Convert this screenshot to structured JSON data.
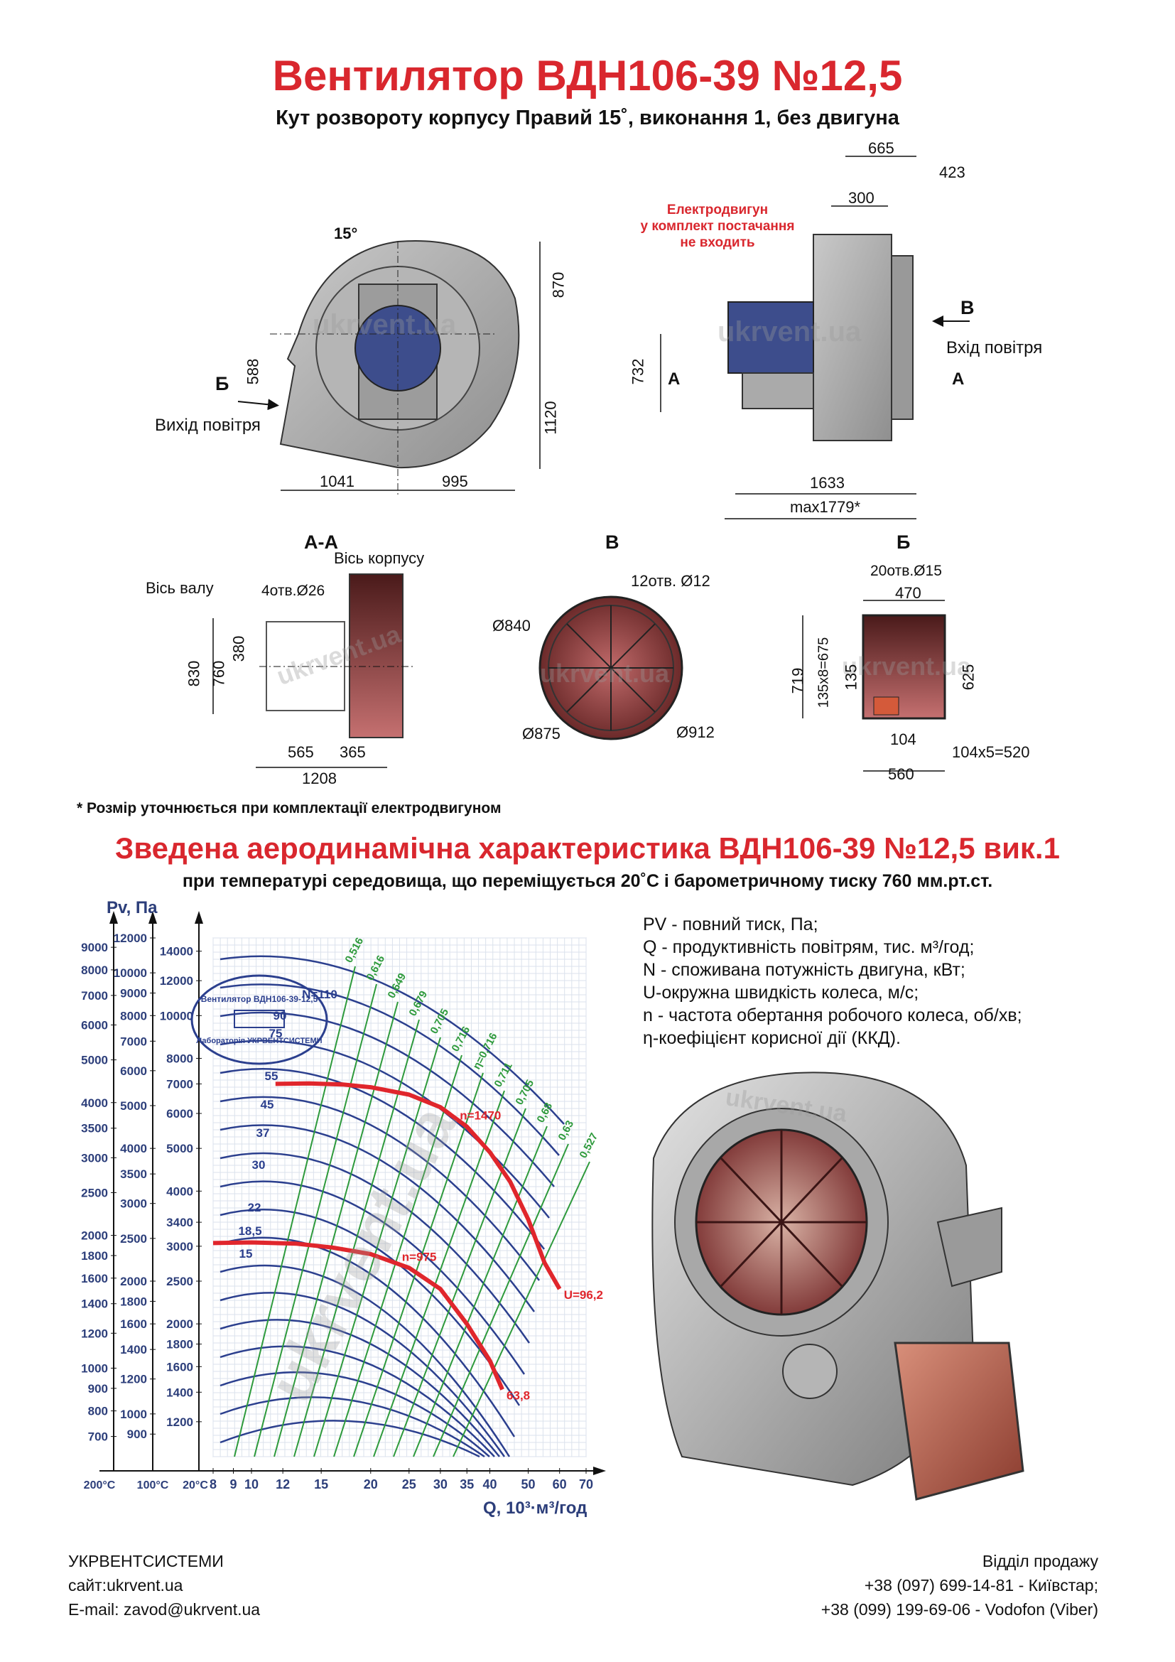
{
  "header": {
    "title": "Вентилятор  ВДН106-39 №12,5",
    "subtitle": "Кут розвороту корпусу Правий 15˚, виконання 1, без двигуна"
  },
  "drawing": {
    "front_view": {
      "angle": "15°",
      "dim_870": "870",
      "dim_588": "588",
      "dim_1120": "1120",
      "dim_1041": "1041",
      "dim_995": "995",
      "label_b": "Б",
      "outlet_label": "Вихід повітря"
    },
    "side_view": {
      "dim_665": "665",
      "dim_423": "423",
      "dim_300": "300",
      "motor_note": [
        "Електродвигун",
        "у комплект постачання",
        "не входить"
      ],
      "label_v": "В",
      "inlet_label": "Вхід повітря",
      "label_a": "А",
      "dim_732": "732",
      "dim_1633": "1633",
      "dim_max": "max1779*"
    },
    "section_aa": {
      "title": "А-А",
      "axis_body": "Вісь корпусу",
      "axis_shaft": "Вісь валу",
      "holes": "4отв.Ø26",
      "dim_830": "830",
      "dim_760": "760",
      "dim_380": "380",
      "dim_565": "565",
      "dim_365": "365",
      "dim_1208": "1208"
    },
    "section_v": {
      "title": "В",
      "holes": "12отв. Ø12",
      "d840": "Ø840",
      "d875": "Ø875",
      "d912": "Ø912"
    },
    "section_b": {
      "title": "Б",
      "holes": "20отв.Ø15",
      "dim_470": "470",
      "dim_719": "719",
      "dim_135x8": "135х8=675",
      "dim_135": "135",
      "dim_625": "625",
      "dim_104": "104",
      "dim_104x5": "104х5=520",
      "dim_560": "560"
    },
    "footnote": "* Розмір уточнюється при комплектації електродвигуном"
  },
  "watermark": "ukrvent.ua",
  "chart_section": {
    "title": "Зведена аеродинамічна характеристика ВДН106-39 №12,5 вик.1",
    "subtitle": "при температурі середовища, що переміщується 20˚С і барометричному тиску 760 мм.рт.ст."
  },
  "legend": [
    "PV - повний тиск, Па;",
    "Q - продуктивність повітрям, тис. м³/год;",
    "N - споживана потужність двигуна, кВт;",
    "U-окружна швидкість колеса, м/с;",
    "n - частота обертання робочого колеса, об/хв;",
    "η-коефіцієнт корисної дії (ККД)."
  ],
  "stamp": [
    "Вентилятор ВДН106-39-12,5",
    "Лабораторія УКРВЕНТСИСТЕМИ"
  ],
  "chart_data": {
    "type": "line",
    "xlabel": "Q, 10³·м³/год",
    "ylabel": "Pv, Па",
    "x_scale": "log",
    "y_scale": "log",
    "xlim": [
      8,
      70
    ],
    "x_ticks": [
      8,
      9,
      10,
      12,
      15,
      20,
      25,
      30,
      35,
      40,
      50,
      60,
      70
    ],
    "temp_labels": [
      "200°C",
      "100°C",
      "20°C"
    ],
    "y_axis_200C_ticks": [
      700,
      800,
      900,
      1000,
      1200,
      1400,
      1600,
      1800,
      2000,
      2500,
      3000,
      3500,
      4000,
      5000,
      6000,
      7000,
      8000,
      9000
    ],
    "y_axis_100C_ticks": [
      900,
      1000,
      1200,
      1400,
      1600,
      1800,
      2000,
      2500,
      3000,
      3500,
      4000,
      5000,
      6000,
      7000,
      8000,
      9000,
      10000,
      12000
    ],
    "y_axis_20C_ticks": [
      1200,
      1400,
      1600,
      1800,
      2000,
      2500,
      3000,
      3400,
      4000,
      5000,
      6000,
      7000,
      8000,
      10000,
      12000,
      14000
    ],
    "power_labels": [
      "N=110",
      "90",
      "75",
      "55",
      "45",
      "37",
      "30",
      "22",
      "18,5",
      "15"
    ],
    "efficiency_labels": [
      "0,516",
      "0,616",
      "0,649",
      "0,679",
      "0,705",
      "0,716",
      "η=0,716",
      "0,711",
      "0,705",
      "0,68",
      "0,63",
      "0,527"
    ],
    "series": [
      {
        "name": "n=1470",
        "end_label": "U=96,2",
        "points": [
          [
            11.5,
            7000
          ],
          [
            14,
            7020
          ],
          [
            17,
            6980
          ],
          [
            20,
            6880
          ],
          [
            25,
            6620
          ],
          [
            30,
            6200
          ],
          [
            35,
            5600
          ],
          [
            40,
            4900
          ],
          [
            45,
            4200
          ],
          [
            50,
            3450
          ],
          [
            55,
            2750
          ],
          [
            60,
            2400
          ]
        ]
      },
      {
        "name": "n=975",
        "end_label": "63,8",
        "points": [
          [
            8,
            3050
          ],
          [
            10,
            3060
          ],
          [
            13,
            3040
          ],
          [
            16,
            2980
          ],
          [
            20,
            2880
          ],
          [
            25,
            2680
          ],
          [
            30,
            2400
          ],
          [
            35,
            2000
          ],
          [
            40,
            1650
          ],
          [
            43,
            1420
          ]
        ]
      }
    ]
  },
  "footer": {
    "company": "УКРВЕНТСИСТЕМИ",
    "site": "сайт:ukrvent.ua",
    "email": "E-mail: zavod@ukrvent.ua",
    "sales": "Відділ продажу",
    "phone1": "+38 (097) 699-14-81 - Київстар;",
    "phone2": "+38 (099) 199-69-06 - Vodofon (Viber)"
  }
}
